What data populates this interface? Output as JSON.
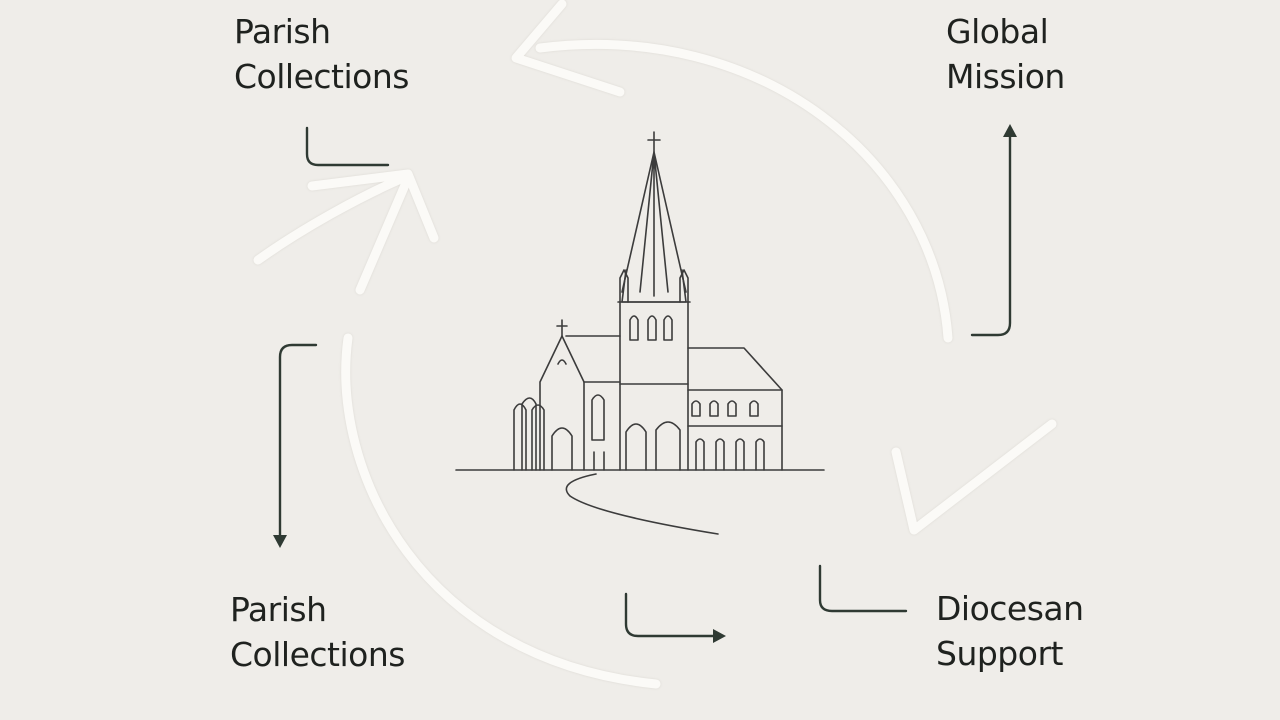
{
  "labels": {
    "top_left": {
      "line1": "Parish",
      "line2": "Collections"
    },
    "top_right": {
      "line1": "Global",
      "line2": "Mission"
    },
    "bottom_left": {
      "line1": "Parish",
      "line2": "Collections"
    },
    "bottom_right": {
      "line1": "Diocesan",
      "line2": "Support"
    }
  },
  "colors": {
    "background": "#efede9",
    "text": "#1f221f",
    "connector": "#2f3a33",
    "cycle_arrow": "#fbfaf7",
    "drawing_line": "#3c3c3c"
  },
  "icons": {
    "center": "church-icon",
    "cycle": "circular-flow-arrows"
  }
}
